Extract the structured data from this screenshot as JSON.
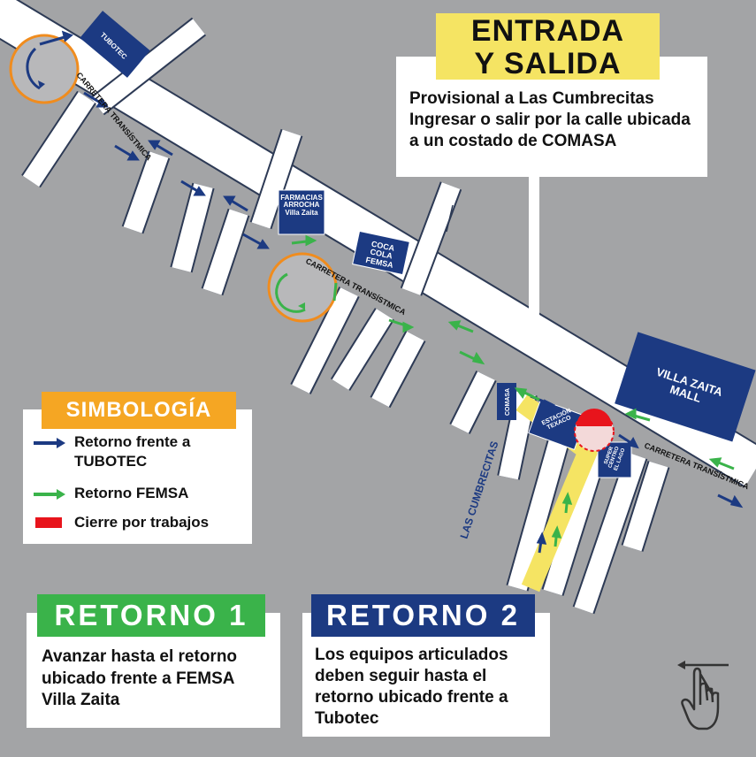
{
  "colors": {
    "background": "#a3a4a6",
    "road": "#ffffff",
    "navy": "#1c3a82",
    "green": "#3ab34a",
    "red": "#e8141c",
    "yellow": "#f5e463",
    "orange": "#f08c1e",
    "white": "#ffffff",
    "text": "#111111"
  },
  "map": {
    "road_labels": [
      "CARRETERA TRANSÍSTMICA",
      "CARRETERA TRANSÍSTMICA",
      "CARRETERA TRANSÍSTMICA",
      "LAS CUMBRECITAS"
    ],
    "buildings": {
      "tubotec": "TUBOTEC",
      "farmacias": "FARMACIAS ARROCHA Villa Zaita",
      "coca_cola": "COCA COLA FEMSA",
      "comasa": "COMASA",
      "estacion": "ESTACIÓN TEXACO",
      "super": "SUPER CENTRO EL LAGO",
      "mall": "VILLA ZAITA MALL"
    }
  },
  "entrada": {
    "title_line1": "ENTRADA",
    "title_line2": "Y SALIDA",
    "text": "Provisional a Las Cumbrecitas Ingresar o salir por la calle ubicada a un costado de COMASA"
  },
  "legend": {
    "title": "SIMBOLOGÍA",
    "items": [
      {
        "label": "Retorno frente a TUBOTEC",
        "icon": "navy-arrow-icon"
      },
      {
        "label": "Retorno FEMSA",
        "icon": "green-arrow-icon"
      },
      {
        "label": "Cierre por trabajos",
        "icon": "red-closure-icon"
      }
    ]
  },
  "retorno1": {
    "title": "RETORNO 1",
    "text": "Avanzar hasta el retorno ubicado frente a FEMSA Villa Zaita"
  },
  "retorno2": {
    "title": "RETORNO 2",
    "text": "Los equipos articulados deben seguir hasta el retorno ubicado frente a Tubotec"
  },
  "swipe_icon": "swipe-hand-icon"
}
